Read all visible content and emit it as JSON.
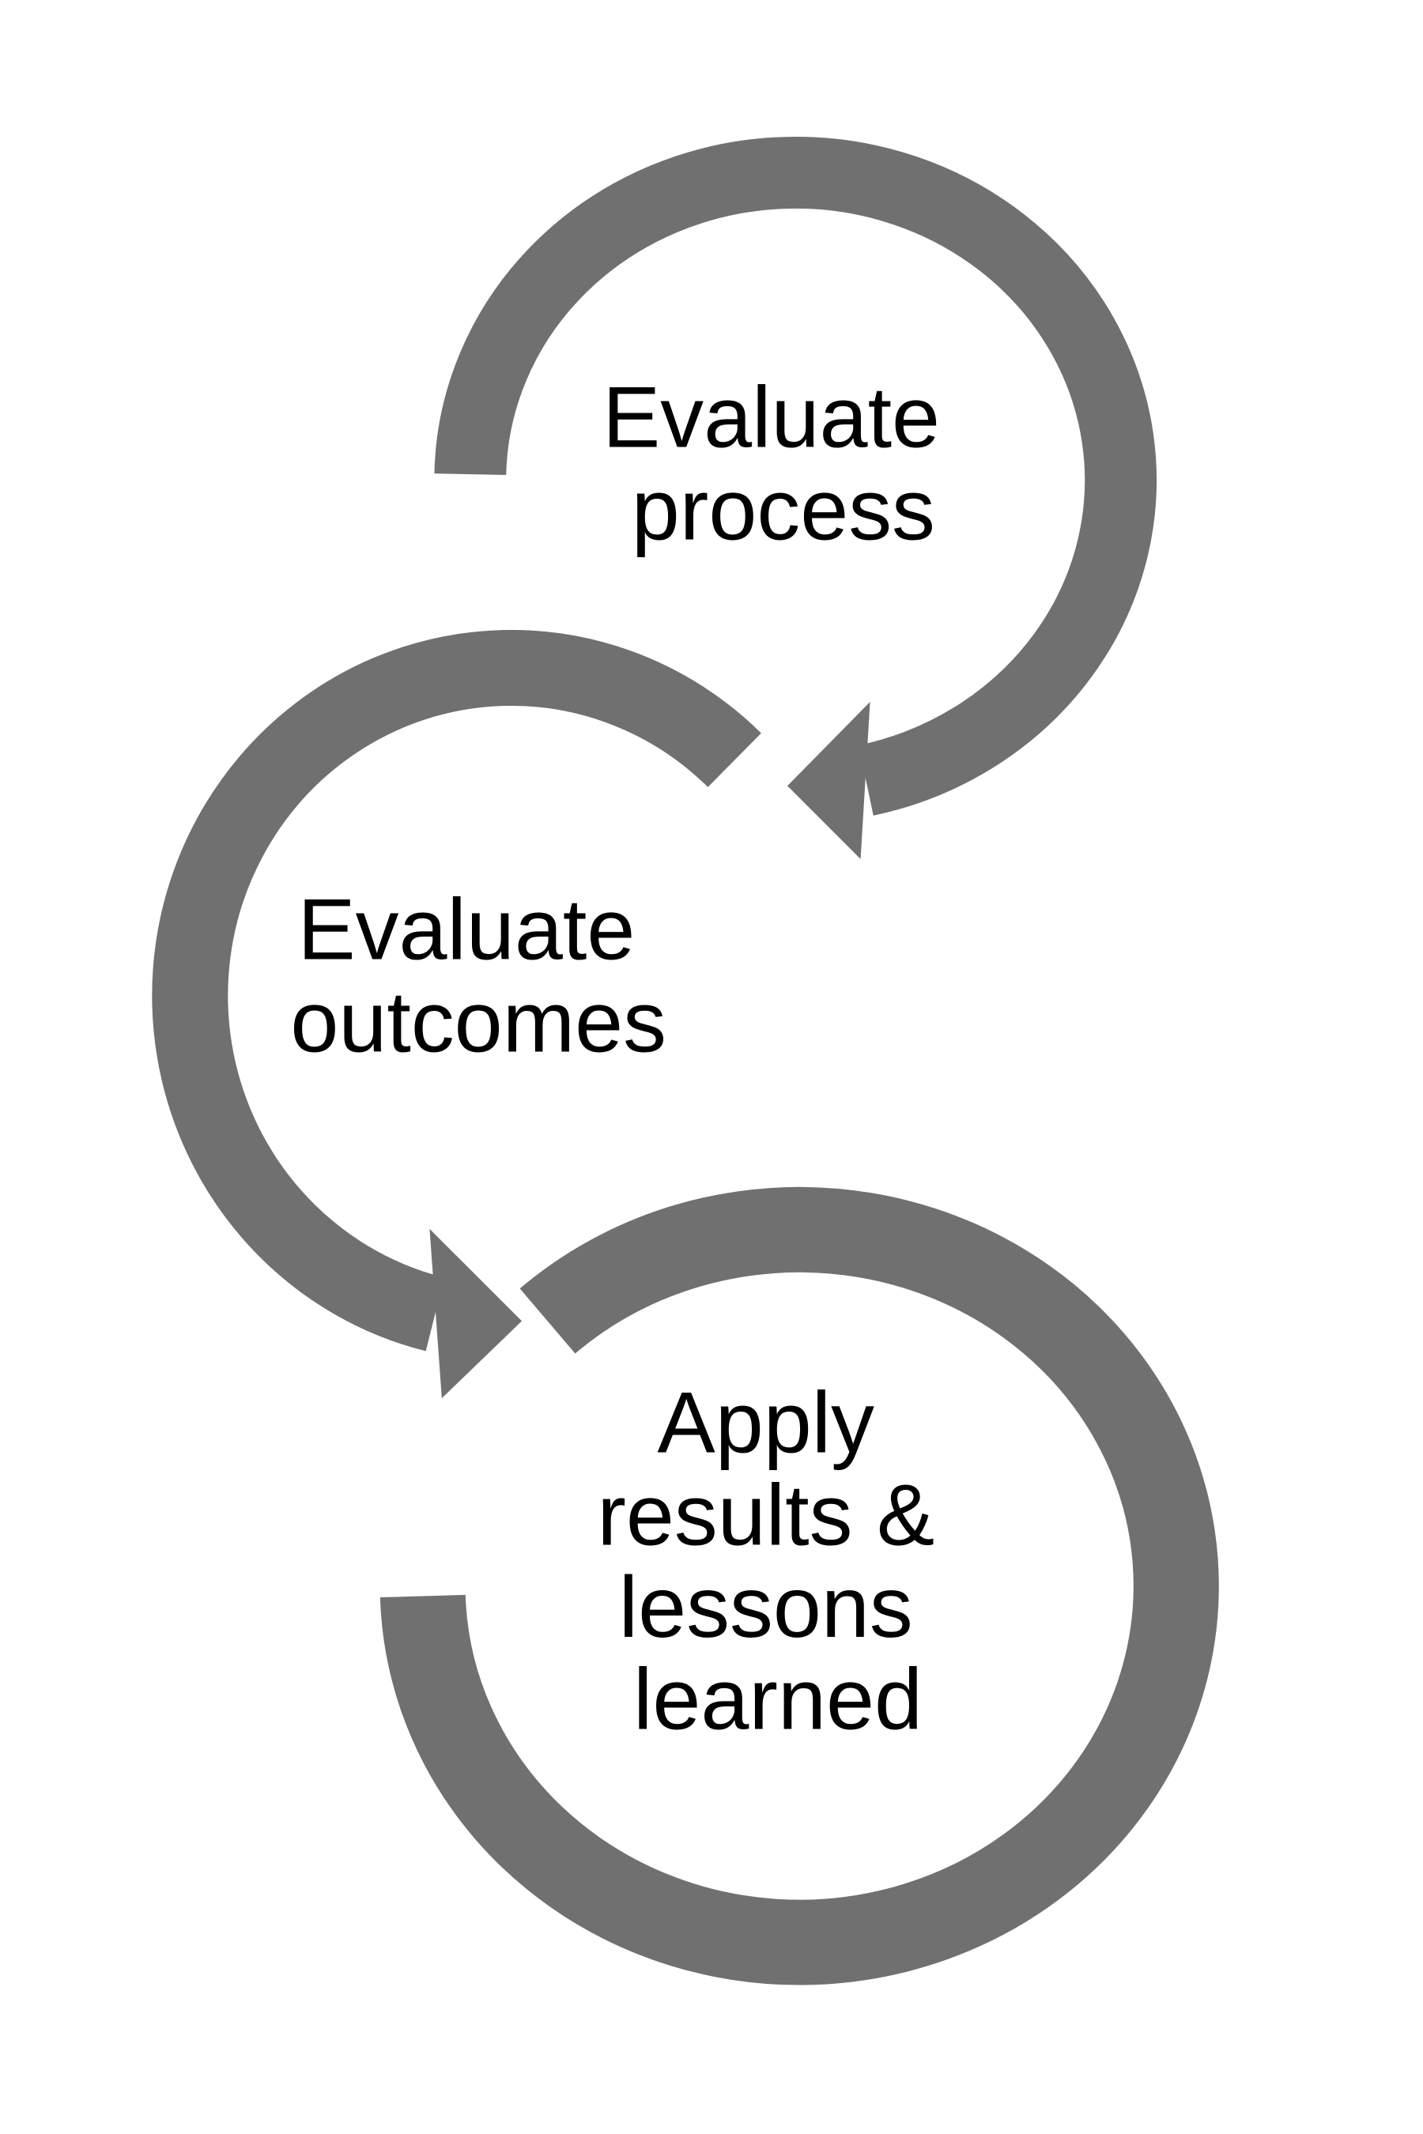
{
  "colors": {
    "arrow": "#707070",
    "text": "#000000",
    "background": "#ffffff"
  },
  "steps": [
    {
      "lines": [
        "Evaluate",
        "process"
      ]
    },
    {
      "lines": [
        "Evaluate",
        "outcomes"
      ]
    },
    {
      "lines": [
        "Apply",
        "results &",
        "lessons",
        "learned"
      ]
    }
  ]
}
